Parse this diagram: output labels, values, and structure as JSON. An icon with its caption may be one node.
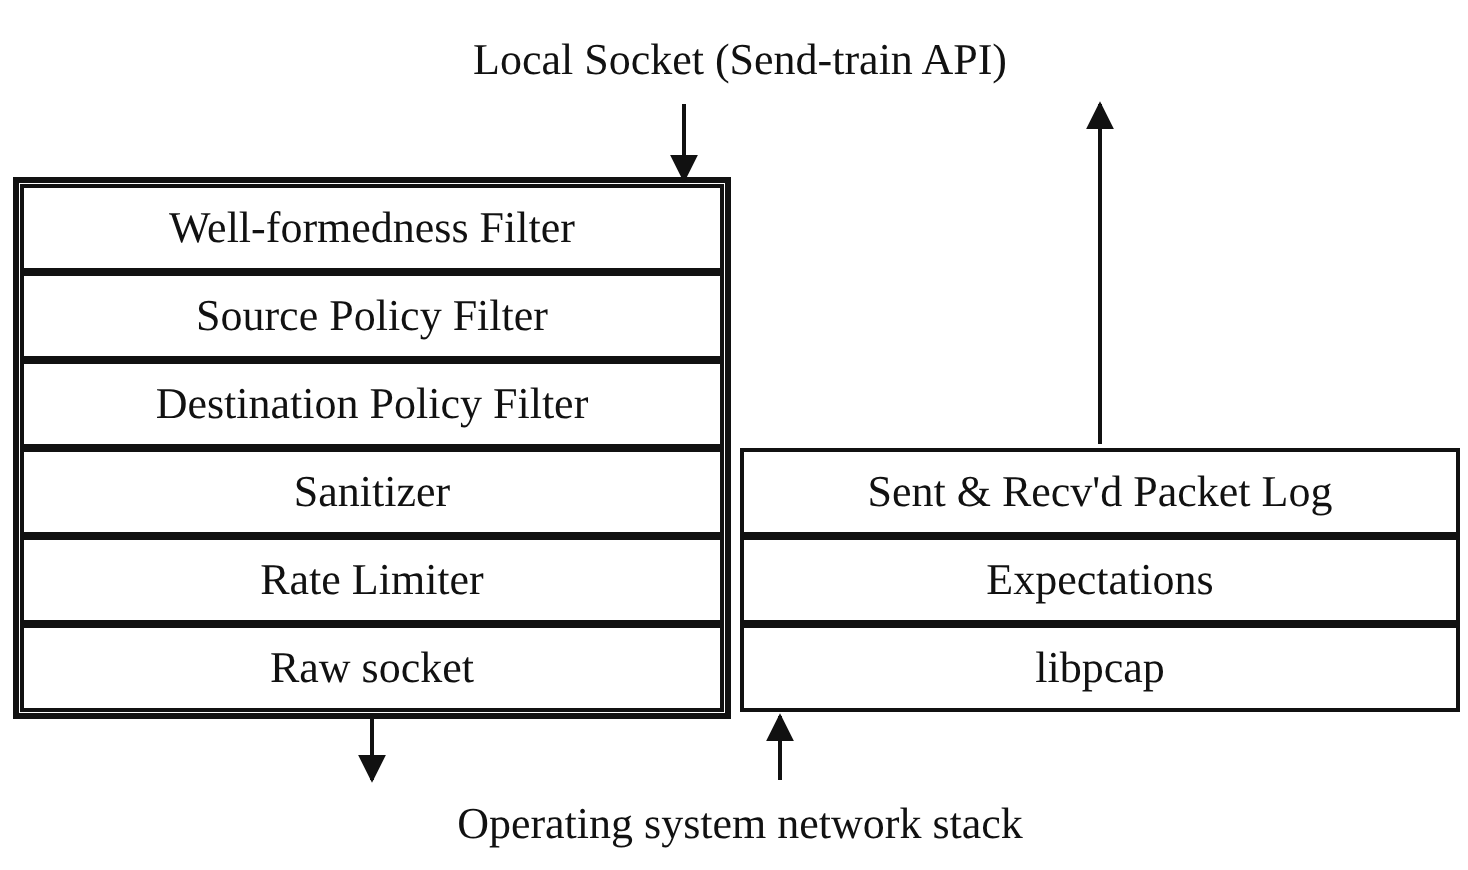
{
  "diagram": {
    "nodes": [
      {
        "text": [
          "Local Socket (Send-train API)"
        ]
      },
      {
        "text": [
          "Well-formedness Filter"
        ]
      },
      {
        "text": [
          "Source Policy Filter"
        ]
      },
      {
        "text": [
          "Destination Policy Filter"
        ]
      },
      {
        "text": [
          "Sanitizer"
        ]
      },
      {
        "text": [
          "Sent & Recv'd Packet Log"
        ]
      },
      {
        "text": [
          "Rate Limiter"
        ]
      },
      {
        "text": [
          "Expectations"
        ]
      },
      {
        "text": [
          "Raw socket"
        ]
      },
      {
        "text": [
          "libpcap"
        ]
      },
      {
        "text": [
          "Operating system network stack"
        ]
      }
    ],
    "edges": [
      {
        "from": 0,
        "to": 1,
        "arrow": "to"
      },
      {
        "from": 5,
        "to": 0,
        "arrow": "to"
      },
      {
        "from": 8,
        "to": 10,
        "arrow": "to"
      },
      {
        "from": 10,
        "to": 9,
        "arrow": "to"
      }
    ]
  }
}
